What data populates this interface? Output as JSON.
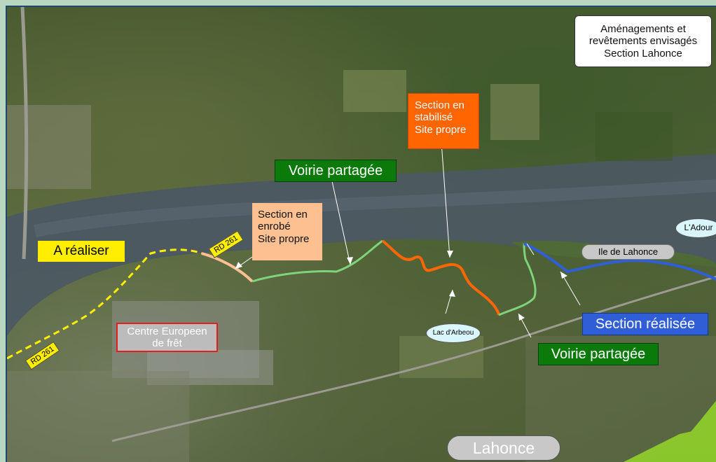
{
  "map": {
    "title_lines": [
      "Aménagements et",
      "revêtements envisagés",
      "Section Lahonce"
    ],
    "labels": {
      "a_realiser": "A réaliser",
      "section_stabilise_lines": [
        "Section en",
        "stabilisé",
        "Site propre"
      ],
      "section_enrobe_lines": [
        "Section en",
        "enrobé",
        "Site propre"
      ],
      "voirie_partagee_north": "Voirie partagée",
      "voirie_partagee_south": "Voirie partagée",
      "section_realisee": "Section réalisée",
      "centre_europeen_lines": [
        "Centre Europeen",
        "de frêt"
      ],
      "ile_de_lahonce": "Ile de Lahonce",
      "l_adour": "L'Adour",
      "lac_d_arbeou": "Lac d'Arbeou",
      "lahonce": "Lahonce",
      "road_rd261_north": "RD 261",
      "road_rd261_west": "RD 261"
    },
    "colors": {
      "to_build": "#ffee00",
      "stabilise": "#ff6600",
      "enrobe": "#fdc191",
      "voirie": "#0b7a0b",
      "realisee": "#2f5ed6",
      "river": "#4a5560",
      "lake": "#d8f6fb"
    }
  }
}
